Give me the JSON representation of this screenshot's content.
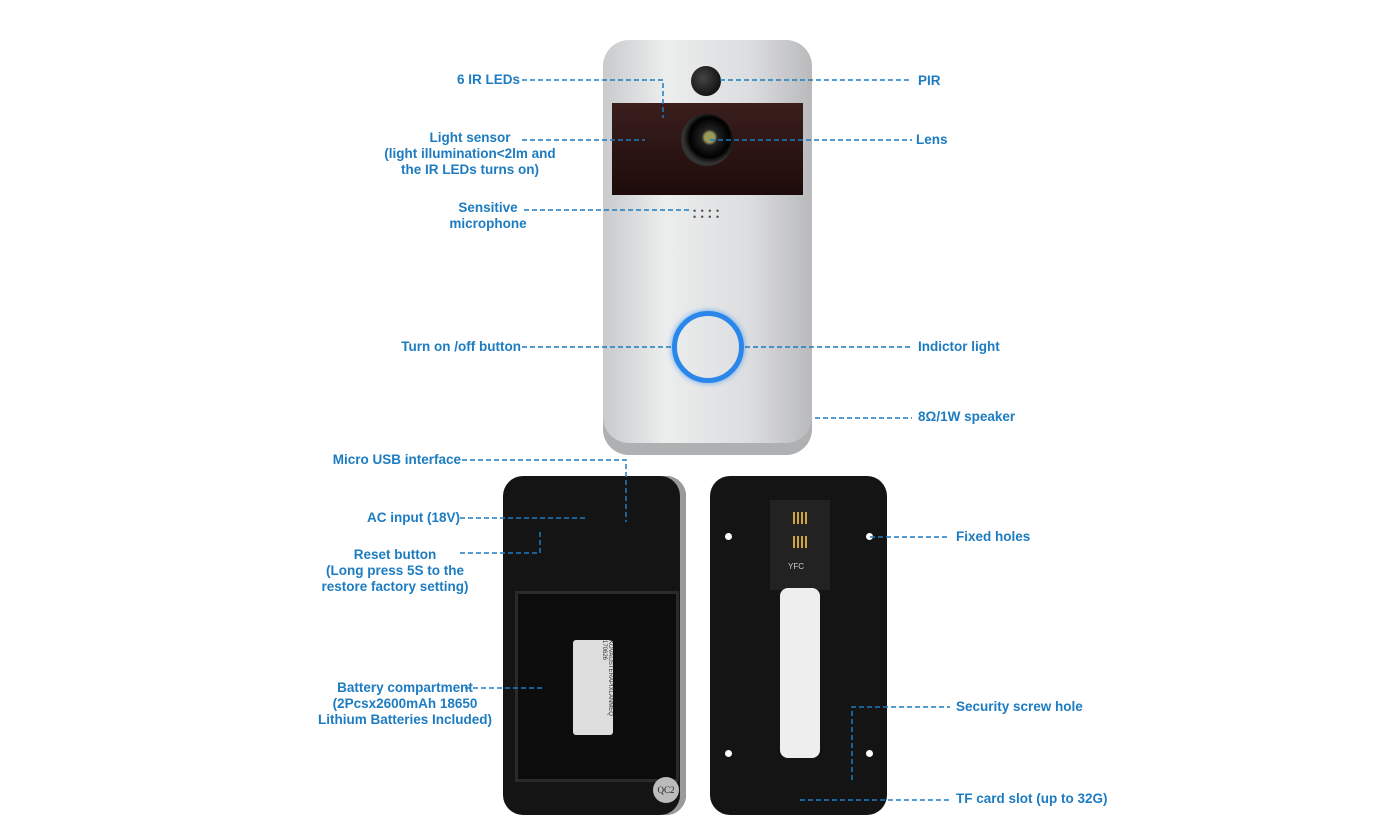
{
  "labels": {
    "ir_leds": "6 IR LEDs",
    "light_sensor": [
      "Light sensor",
      "(light illumination<2lm and",
      "the IR LEDs turns on)"
    ],
    "microphone": [
      "Sensitive",
      "microphone"
    ],
    "power_button": "Turn on /off button",
    "pir": "PIR",
    "lens": "Lens",
    "indicator_light": "Indictor light",
    "speaker": "8Ω/1W speaker",
    "micro_usb": "Micro USB interface",
    "ac_input": "AC input (18V)",
    "reset_button": [
      "Reset button",
      "(Long press 5S to the",
      "restore factory setting)"
    ],
    "battery": [
      "Battery compartment",
      "(2Pcsx2600mAh 18650",
      "Lithium Batteries Included)"
    ],
    "fixed_holes": "Fixed holes",
    "security_screw": "Security screw hole",
    "tf_card": "TF card slot (up to 32G)"
  },
  "device_markings": {
    "qc": "QC2",
    "bracket": "YFC",
    "sticker": "KOVAIJSTERAPIXLANMEQ 170626"
  },
  "colors": {
    "label": "#1d7cc1",
    "indicator": "#2a86e8"
  }
}
